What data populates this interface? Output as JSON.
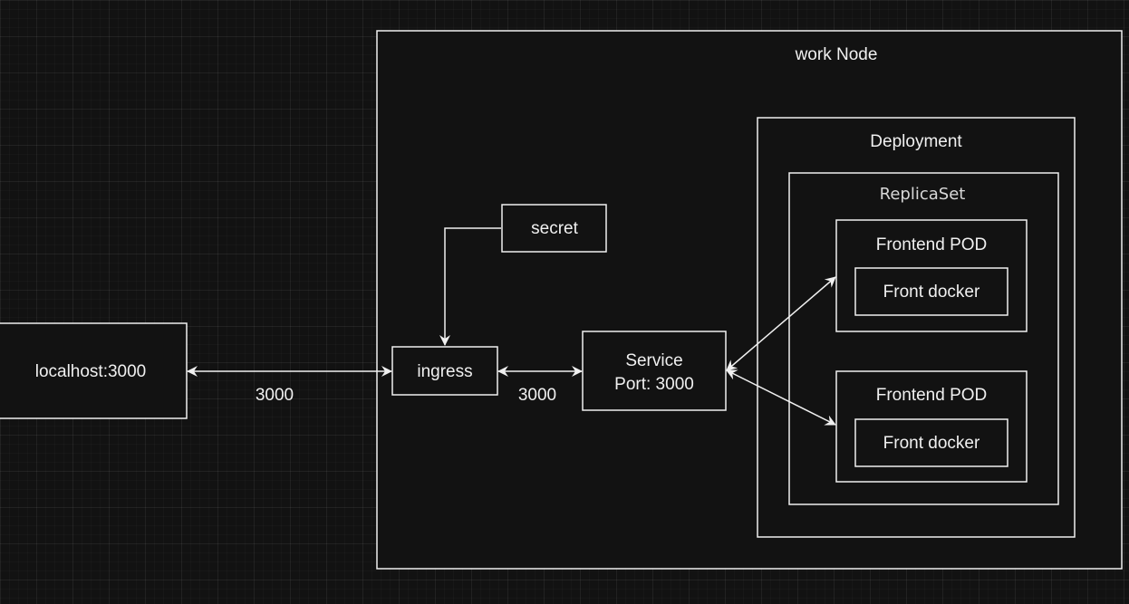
{
  "diagram": {
    "nodes": {
      "work_node": "work Node",
      "deployment": "Deployment",
      "replicaset": "ReplicaSet",
      "pod_1": "Frontend POD",
      "docker_1": "Front docker",
      "pod_2": "Frontend POD",
      "docker_2": "Front docker",
      "localhost": "localhost:3000",
      "ingress": "ingress",
      "secret": "secret",
      "service_line1": "Service",
      "service_line2": "Port: 3000"
    },
    "edges": {
      "localhost_ingress_label": "3000",
      "ingress_service_label": "3000"
    },
    "colors": {
      "background": "#121212",
      "stroke": "#f0f0f0",
      "text": "#f0f0f0"
    }
  }
}
